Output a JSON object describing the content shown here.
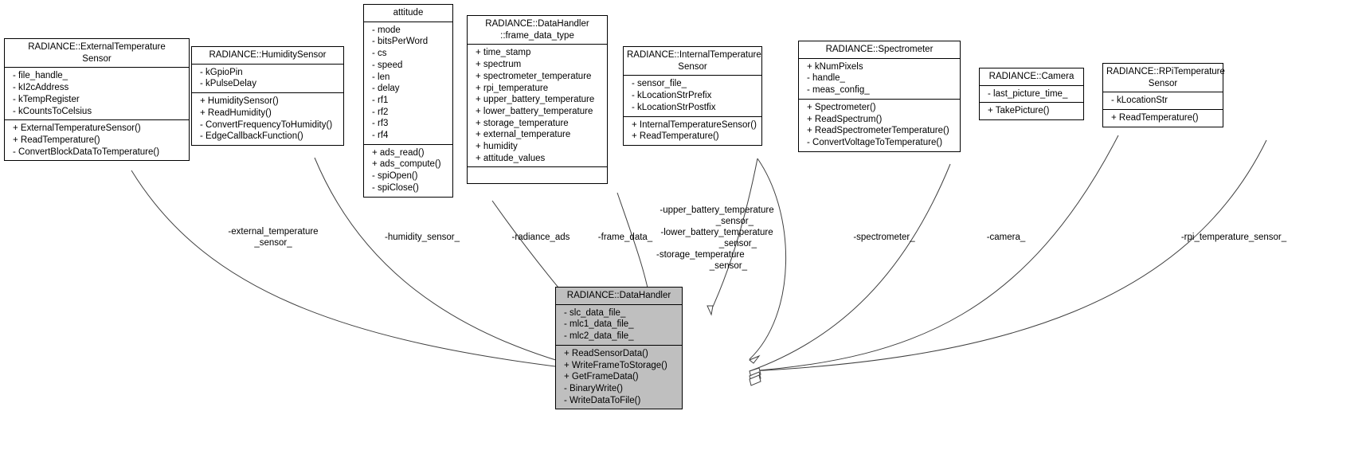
{
  "classes": [
    {
      "id": "ext",
      "title": [
        "RADIANCE::ExternalTemperature",
        "Sensor"
      ],
      "attributes": [
        "- file_handle_",
        "- kI2cAddress",
        "- kTempRegister",
        "- kCountsToCelsius"
      ],
      "methods": [
        "+ ExternalTemperatureSensor()",
        "+ ReadTemperature()",
        "- ConvertBlockDataToTemperature()"
      ]
    },
    {
      "id": "hum",
      "title": [
        "RADIANCE::HumiditySensor"
      ],
      "attributes": [
        "- kGpioPin",
        "- kPulseDelay"
      ],
      "methods": [
        "+ HumiditySensor()",
        "+ ReadHumidity()",
        "- ConvertFrequencyToHumidity()",
        "- EdgeCallbackFunction()"
      ]
    },
    {
      "id": "att",
      "title": [
        "attitude"
      ],
      "attributes": [
        "- mode",
        "- bitsPerWord",
        "- cs",
        "- speed",
        "- len",
        "- delay",
        "- rf1",
        "- rf2",
        "- rf3",
        "- rf4"
      ],
      "methods": [
        "+ ads_read()",
        "+ ads_compute()",
        "- spiOpen()",
        "- spiClose()"
      ]
    },
    {
      "id": "fdt",
      "title": [
        "RADIANCE::DataHandler",
        "::frame_data_type"
      ],
      "attributes": [
        "+ time_stamp",
        "+ spectrum",
        "+ spectrometer_temperature",
        "+ rpi_temperature",
        "+ upper_battery_temperature",
        "+ lower_battery_temperature",
        "+ storage_temperature",
        "+ external_temperature",
        "+ humidity",
        "+ attitude_values"
      ],
      "methods": []
    },
    {
      "id": "int",
      "title": [
        "RADIANCE::InternalTemperature",
        "Sensor"
      ],
      "attributes": [
        "- sensor_file_",
        "- kLocationStrPrefix",
        "- kLocationStrPostfix"
      ],
      "methods": [
        "+ InternalTemperatureSensor()",
        "+ ReadTemperature()"
      ]
    },
    {
      "id": "spe",
      "title": [
        "RADIANCE::Spectrometer"
      ],
      "attributes": [
        "+ kNumPixels",
        "- handle_",
        "- meas_config_"
      ],
      "methods": [
        "+ Spectrometer()",
        "+ ReadSpectrum()",
        "+ ReadSpectrometerTemperature()",
        "- ConvertVoltageToTemperature()"
      ]
    },
    {
      "id": "cam",
      "title": [
        "RADIANCE::Camera"
      ],
      "attributes": [
        "- last_picture_time_"
      ],
      "methods": [
        "+ TakePicture()"
      ]
    },
    {
      "id": "rpi",
      "title": [
        "RADIANCE::RPiTemperature",
        "Sensor"
      ],
      "attributes": [
        "- kLocationStr"
      ],
      "methods": [
        "+ ReadTemperature()"
      ]
    },
    {
      "id": "dh",
      "title": [
        "RADIANCE::DataHandler"
      ],
      "attributes": [
        "- slc_data_file_",
        "- mlc1_data_file_",
        "- mlc2_data_file_"
      ],
      "methods": [
        "+ ReadSensorData()",
        "+ WriteFrameToStorage()",
        "+ GetFrameData()",
        "- BinaryWrite()",
        "- WriteDataToFile()"
      ],
      "highlight": true
    }
  ],
  "relations": [
    {
      "from": "ext",
      "label": [
        "-external_temperature",
        "_sensor_"
      ]
    },
    {
      "from": "hum",
      "label": [
        "-humidity_sensor_"
      ]
    },
    {
      "from": "att",
      "label": [
        "-radiance_ads"
      ]
    },
    {
      "from": "fdt",
      "label": [
        "-frame_data_"
      ]
    },
    {
      "from": "int",
      "label": [
        "-upper_battery_temperature",
        "_sensor_",
        "-lower_battery_temperature",
        "_sensor_",
        "-storage_temperature",
        "_sensor_"
      ]
    },
    {
      "from": "spe",
      "label": [
        "-spectrometer_"
      ]
    },
    {
      "from": "cam",
      "label": [
        "-camera_"
      ]
    },
    {
      "from": "rpi",
      "label": [
        "-rpi_temperature_sensor_"
      ]
    }
  ],
  "colors": {
    "highlight_fill": "#bfbfbf",
    "stroke": "#000000",
    "line": "#404040"
  }
}
